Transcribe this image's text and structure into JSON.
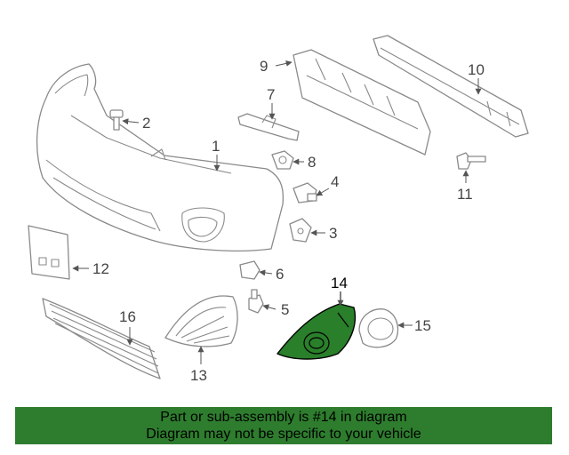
{
  "callouts": [
    {
      "id": "1",
      "label": "1"
    },
    {
      "id": "2",
      "label": "2"
    },
    {
      "id": "3",
      "label": "3"
    },
    {
      "id": "4",
      "label": "4"
    },
    {
      "id": "5",
      "label": "5"
    },
    {
      "id": "6",
      "label": "6"
    },
    {
      "id": "7",
      "label": "7"
    },
    {
      "id": "8",
      "label": "8"
    },
    {
      "id": "9",
      "label": "9"
    },
    {
      "id": "10",
      "label": "10"
    },
    {
      "id": "11",
      "label": "11"
    },
    {
      "id": "12",
      "label": "12"
    },
    {
      "id": "13",
      "label": "13"
    },
    {
      "id": "14",
      "label": "14"
    },
    {
      "id": "15",
      "label": "15"
    },
    {
      "id": "16",
      "label": "16"
    }
  ],
  "highlight": {
    "part": "14",
    "color": "#2a7f2a"
  },
  "footer": {
    "line1": "Part or sub-assembly is #14 in diagram",
    "line2": "Diagram may not be specific to your vehicle",
    "background": "#2e7d2e"
  }
}
